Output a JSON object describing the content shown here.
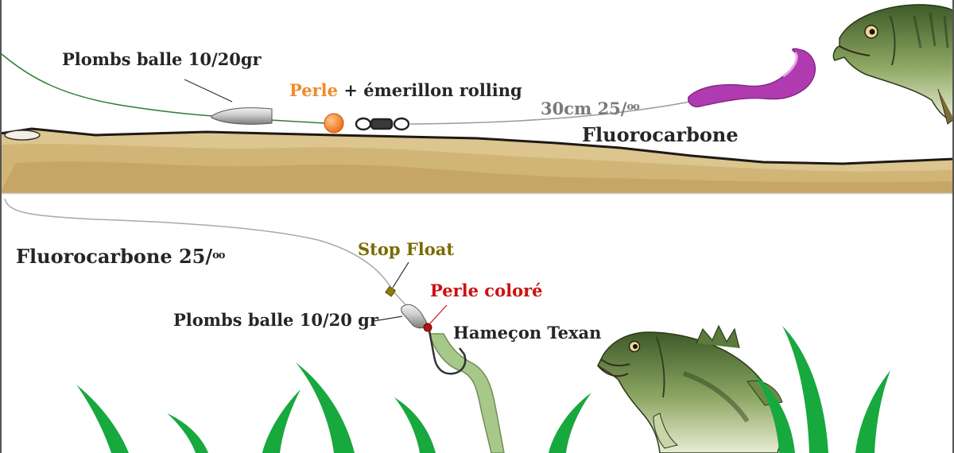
{
  "top_rig": {
    "sinker_label": "Plombs balle 10/20gr",
    "bead_word": "Perle",
    "swivel_text": "+ émerillon rolling",
    "leader_label_main": "30cm 25/",
    "leader_label_sup": "oo",
    "line_label": "Fluorocarbone"
  },
  "bottom_rig": {
    "line_label_main": "Fluorocarbone 25/",
    "line_label_sup": "oo",
    "stop_label": "Stop Float",
    "bead_label": "Perle coloré",
    "sinker_label": "Plombs balle 10/20 gr",
    "hook_label": "Hameçon Texan"
  },
  "colors": {
    "label_dark": "#262626",
    "label_gray": "#7a7a7a",
    "bead_orange": "#f28a2a",
    "stop_olive": "#7a6a00",
    "bead_red": "#cc1111",
    "main_line_green": "#2e7d32",
    "leader_gray": "#9a9a9a",
    "weed_green": "#17a83e",
    "worm_purple": "#b03ab0",
    "worm_pale_green": "#a8c88a",
    "sand": "#d4b97a"
  },
  "icons": [
    "bass-fish-icon",
    "bullet-sinker-icon",
    "swivel-icon",
    "soft-worm-icon",
    "texas-hook-icon",
    "weed-icon"
  ]
}
